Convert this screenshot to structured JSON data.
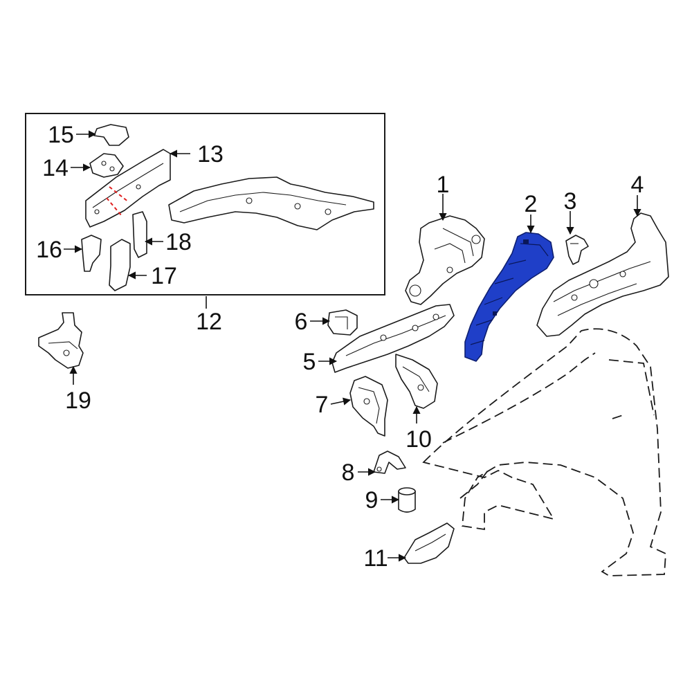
{
  "diagram": {
    "highlight_color": "#1f3fc8",
    "line_color": "#1a1a1a",
    "cut_line_color": "#e02020",
    "highlighted_part": "2",
    "callouts": [
      {
        "id": "c1",
        "label": "1"
      },
      {
        "id": "c2",
        "label": "2"
      },
      {
        "id": "c3",
        "label": "3"
      },
      {
        "id": "c4",
        "label": "4"
      },
      {
        "id": "c5",
        "label": "5"
      },
      {
        "id": "c6",
        "label": "6"
      },
      {
        "id": "c7",
        "label": "7"
      },
      {
        "id": "c8",
        "label": "8"
      },
      {
        "id": "c9",
        "label": "9"
      },
      {
        "id": "c10",
        "label": "10"
      },
      {
        "id": "c11",
        "label": "11"
      },
      {
        "id": "c12",
        "label": "12"
      },
      {
        "id": "c13",
        "label": "13"
      },
      {
        "id": "c14",
        "label": "14"
      },
      {
        "id": "c15",
        "label": "15"
      },
      {
        "id": "c16",
        "label": "16"
      },
      {
        "id": "c17",
        "label": "17"
      },
      {
        "id": "c18",
        "label": "18"
      },
      {
        "id": "c19",
        "label": "19"
      }
    ]
  }
}
